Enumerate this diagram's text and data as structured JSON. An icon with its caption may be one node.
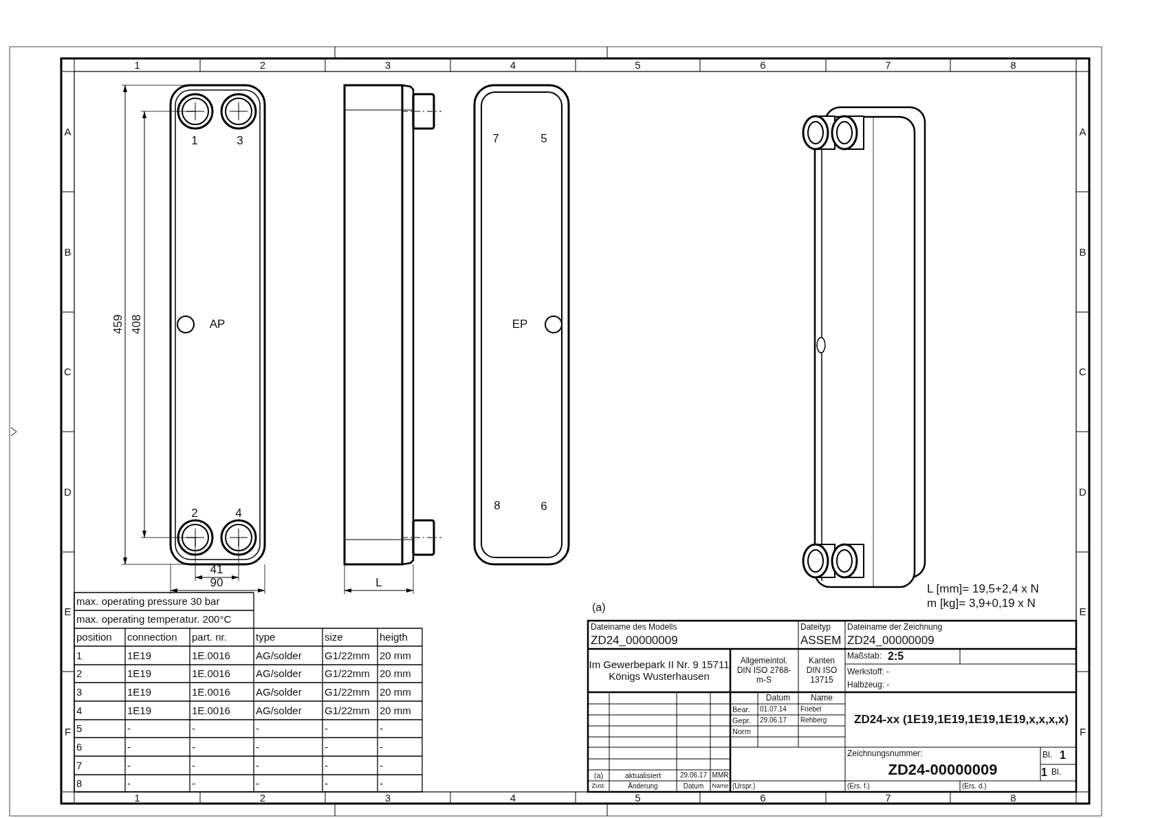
{
  "diagram": {
    "labels": [
      "1",
      "2",
      "3",
      "4",
      "5",
      "6",
      "7",
      "8",
      "A",
      "B",
      "C",
      "D",
      "E",
      "F",
      "A",
      "B",
      "C",
      "D",
      "E",
      "F",
      "1",
      "2",
      "3",
      "4",
      "5",
      "6",
      "7",
      "8",
      "1",
      "3",
      "7",
      "5",
      "459",
      "408",
      "AP",
      "EP",
      "2",
      "4",
      "8",
      "6",
      "41",
      "90",
      "L",
      "L [mm]= 19,5+2,4 x N",
      "m [kg]= 3,9+0,19 x N",
      "(a)",
      "max. operating pressure 30 bar",
      "max. operating temperatur. 200°C",
      "position",
      "connection",
      "part. nr.",
      "type",
      "size",
      "heigth",
      "1",
      "1E19",
      "1E.0016",
      "AG/solder",
      "G1/22mm",
      "20 mm",
      "2",
      "1E19",
      "1E.0016",
      "AG/solder",
      "G1/22mm",
      "20 mm",
      "3",
      "1E19",
      "1E.0016",
      "AG/solder",
      "G1/22mm",
      "20 mm",
      "4",
      "1E19",
      "1E.0016",
      "AG/solder",
      "G1/22mm",
      "20 mm",
      "5",
      "-",
      "-",
      "-",
      "-",
      "-",
      "6",
      "-",
      "-",
      "-",
      "-",
      "-",
      "7",
      "-",
      "-",
      "-",
      "-",
      "-",
      "8",
      "-",
      "-",
      "-",
      "-",
      "-",
      "Dateiname des Modells",
      "ZD24_00000009",
      "Dateityp",
      "ASSEM",
      "Dateiname der Zeichnung",
      "ZD24_00000009",
      "Im Gewerbepark II Nr. 9 15711 Königs Wusterhausen",
      "Allgemeintol. DIN ISO 2768-m-S",
      "Kanten DIN ISO 13715",
      "Maßstab:",
      "2:5",
      "Werkstoff: -",
      "Halbzeug: -",
      "Datum",
      "Name",
      "Bear.",
      "01.07.14",
      "Friebel",
      "Gepr.",
      "29.06.17",
      "Rehberg",
      "Norm",
      "ZD24-xx (1E19,1E19,1E19,1E19,x,x,x,x)",
      "Zeichnungsnummer:",
      "ZD24-00000009",
      "Bl.",
      "1",
      "1",
      "Bl.",
      "(a)",
      "aktualisiert",
      "29.06.17",
      "MMR",
      "Zust.",
      "Änderung",
      "Datum",
      "Name",
      "(Urspr.)",
      "(Ers. f.)",
      "(Ers. d.)"
    ]
  }
}
